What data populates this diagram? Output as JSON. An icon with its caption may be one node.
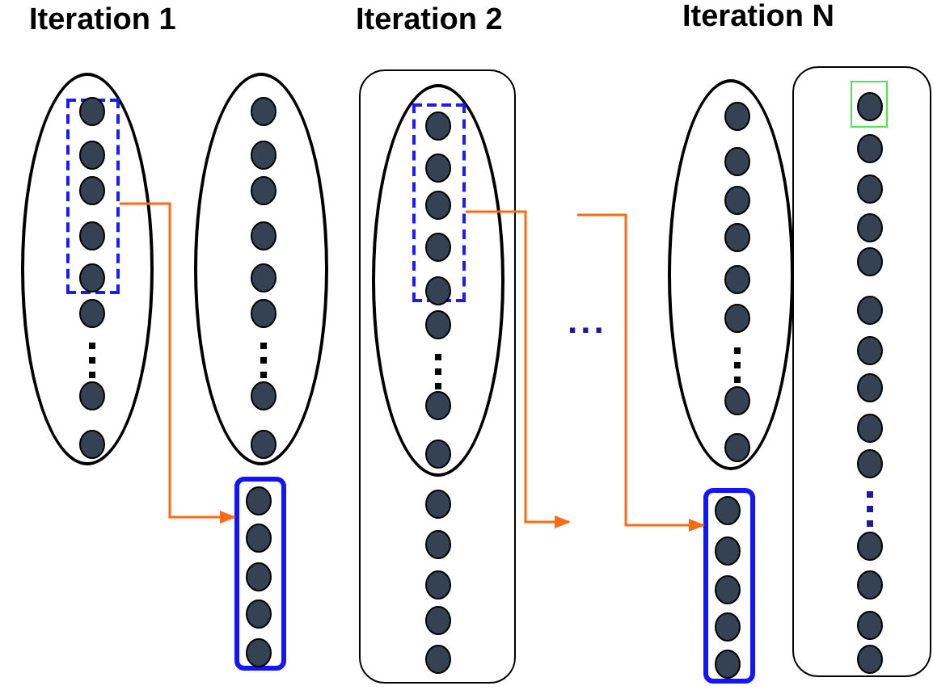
{
  "diagram": {
    "nodes": [
      {
        "text": [],
        "shape": "ellipse"
      },
      {
        "text": [],
        "shape": "box",
        "in": 0
      },
      {
        "text": [],
        "shape": "ellipse"
      },
      {
        "text": [],
        "shape": "box"
      },
      {
        "text": [],
        "shape": "box"
      },
      {
        "text": [],
        "shape": "ellipse",
        "in": 4
      },
      {
        "text": [],
        "shape": "box",
        "in": 5
      },
      {
        "text": [],
        "shape": "ellipse"
      },
      {
        "text": [],
        "shape": "box"
      },
      {
        "text": [],
        "shape": "box"
      },
      {
        "text": [],
        "shape": "box",
        "in": 9
      }
    ],
    "edges": [
      {
        "from": 1,
        "to": 3,
        "arrow": "to"
      },
      {
        "from": 6,
        "to": null,
        "arrow": "to"
      },
      {
        "from": null,
        "to": 8,
        "arrow": "to"
      }
    ],
    "labels": [
      "Iteration 1",
      "Iteration 2",
      "...",
      "Iteration N"
    ]
  }
}
